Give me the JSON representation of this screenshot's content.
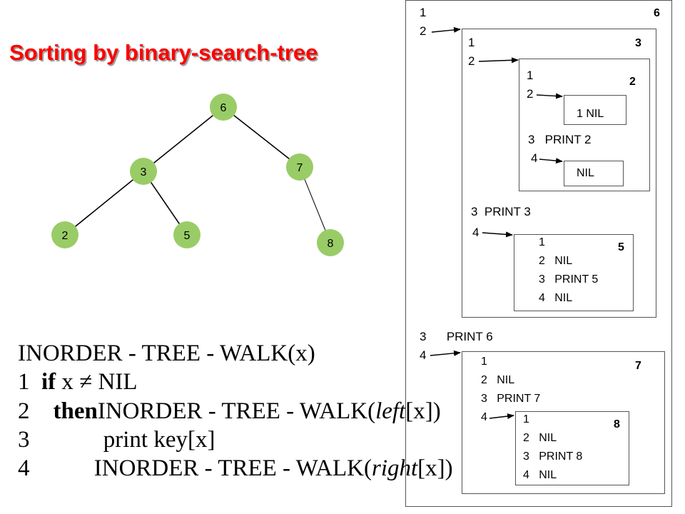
{
  "title": "Sorting by binary-search-tree",
  "tree": {
    "node_color": "#99cc66",
    "nodes": [
      {
        "id": "n6",
        "label": "6"
      },
      {
        "id": "n3",
        "label": "3"
      },
      {
        "id": "n7",
        "label": "7"
      },
      {
        "id": "n2",
        "label": "2"
      },
      {
        "id": "n5",
        "label": "5"
      },
      {
        "id": "n8",
        "label": "8"
      }
    ],
    "edges": [
      [
        "6",
        "3"
      ],
      [
        "6",
        "7"
      ],
      [
        "3",
        "2"
      ],
      [
        "3",
        "5"
      ],
      [
        "7",
        "8"
      ]
    ]
  },
  "pseudocode": {
    "header": "INORDER - TREE - WALK(x)",
    "line1": {
      "num": "1",
      "kw": "if",
      "cond": "x ≠ NIL"
    },
    "line2": {
      "num": "2",
      "kw": "then",
      "call": "INORDER - TREE - WALK(",
      "arg": "left",
      "sub": "[x])"
    },
    "line3": {
      "num": "3",
      "text": "print key[x]"
    },
    "line4": {
      "num": "4",
      "call": "INORDER - TREE - WALK(",
      "arg": "right",
      "sub": "[x])"
    }
  },
  "trace": {
    "outer": {
      "l1": "1",
      "l2": "2",
      "num": "6",
      "l3": "3",
      "l3_text": "PRINT 6",
      "l4": "4"
    },
    "b3": {
      "l1": "1",
      "l2": "2",
      "num": "3",
      "l3": "3",
      "l3_text": "PRINT 3",
      "l4": "4"
    },
    "b2": {
      "l1": "1",
      "l2": "2",
      "num": "2",
      "inner_top": "1 NIL",
      "l3": "3",
      "l3_text": "PRINT 2",
      "l4": "4",
      "inner_bottom": "NIL"
    },
    "b5": {
      "l1": "1",
      "l2": "2",
      "l2_text": "NIL",
      "l3": "3",
      "l3_text": "PRINT 5",
      "l4": "4",
      "l4_text": "NIL",
      "num": "5"
    },
    "b7": {
      "l1": "1",
      "l2": "2",
      "l2_text": "NIL",
      "l3": "3",
      "l3_text": "PRINT 7",
      "l4": "4",
      "num": "7"
    },
    "b8": {
      "l1": "1",
      "l2": "2",
      "l2_text": "NIL",
      "l3": "3",
      "l3_text": "PRINT 8",
      "l4": "4",
      "l4_text": "NIL",
      "num": "8"
    }
  }
}
